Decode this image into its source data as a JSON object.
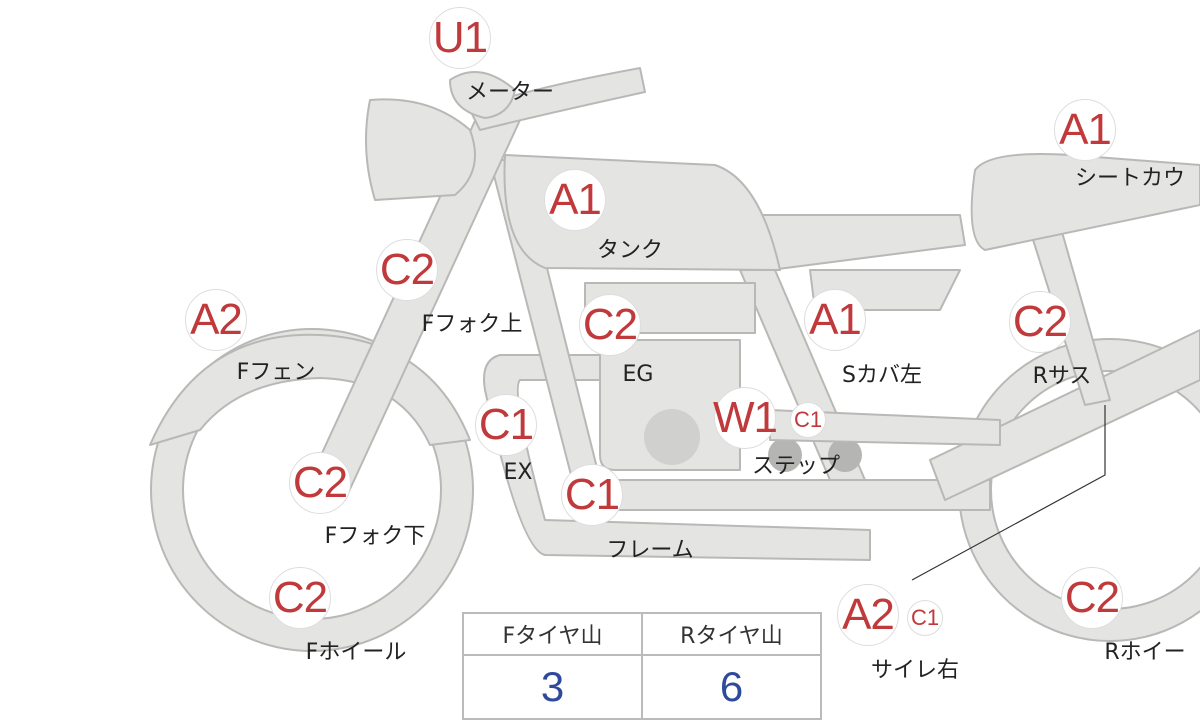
{
  "colors": {
    "grade": "#c0393b",
    "body": "#e4e4e2",
    "outline": "#b8b8b6",
    "value": "#2e4a9a"
  },
  "parts": [
    {
      "grade": "U1",
      "label": "メーター"
    },
    {
      "grade": "A1",
      "label": "シートカウ"
    },
    {
      "grade": "A1",
      "label": "タンク"
    },
    {
      "grade": "C2",
      "label": "Fフォク上"
    },
    {
      "grade": "A2",
      "label": "Fフェン"
    },
    {
      "grade": "C2",
      "label": "EG"
    },
    {
      "grade": "A1",
      "label": "Sカバ左"
    },
    {
      "grade": "C2",
      "label": "Rサス"
    },
    {
      "grade": "C1",
      "label": "EX"
    },
    {
      "grade": "W1",
      "sub": "C1",
      "label": "ステップ"
    },
    {
      "grade": "C2",
      "label": "Fフォク下"
    },
    {
      "grade": "C1",
      "label": "フレーム"
    },
    {
      "grade": "C2",
      "label": "Fホイール"
    },
    {
      "grade": "A2",
      "sub": "C1",
      "label": "サイレ右"
    },
    {
      "grade": "C2",
      "label": "Rホイー"
    }
  ],
  "tire_table": {
    "headers": [
      "Fタイヤ山",
      "Rタイヤ山"
    ],
    "values": [
      "3",
      "6"
    ]
  }
}
